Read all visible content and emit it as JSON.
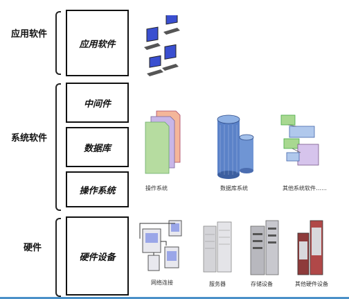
{
  "sections": {
    "app": {
      "label": "应用软件",
      "box": "应用软件"
    },
    "system": {
      "label": "系统软件",
      "boxes": [
        "中间件",
        "数据库",
        "操作系统"
      ]
    },
    "hardware": {
      "label": "硬件",
      "box": "硬件设备"
    }
  },
  "captions": {
    "os": "操作系统",
    "db": "数据库系统",
    "other_sys": "其他系统软件……",
    "network": "网络连接",
    "server": "服务器",
    "storage": "存储设备",
    "other_hw": "其他硬件设备"
  },
  "icons": [
    "laptop-icon",
    "document-stack-icon",
    "database-cylinder-icon",
    "block-diagram-icon",
    "network-icon",
    "server-icon",
    "storage-icon",
    "hardware-rack-icon"
  ],
  "colors": {
    "bottom_line": "#4a90c8"
  }
}
